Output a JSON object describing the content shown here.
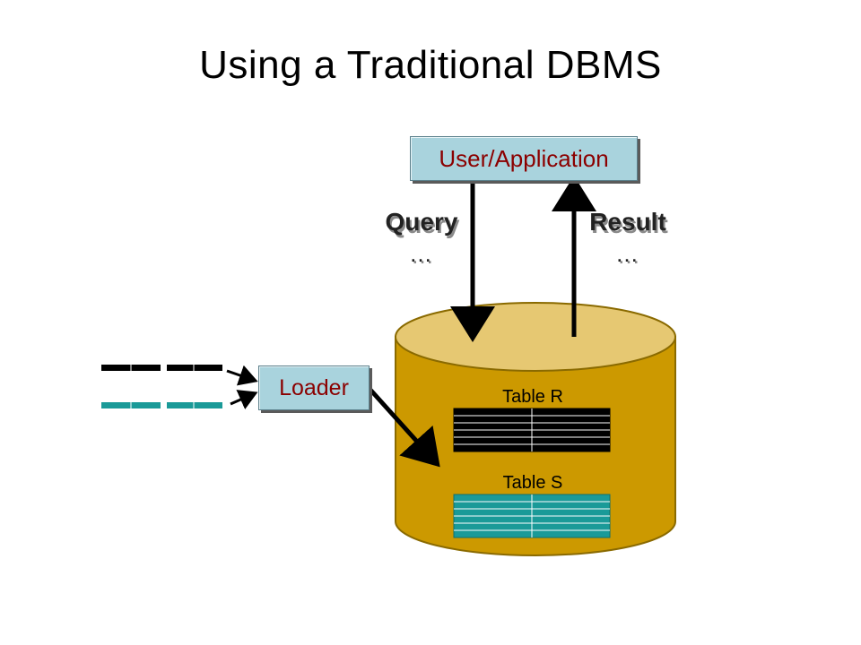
{
  "title": "Using a Traditional DBMS",
  "user_box": {
    "label": "User/Application"
  },
  "loader_box": {
    "label": "Loader"
  },
  "flows": {
    "query": {
      "label": "Query",
      "dots": "…"
    },
    "result": {
      "label": "Result",
      "dots": "…"
    }
  },
  "tables": {
    "r": {
      "label": "Table R",
      "color": "#000000",
      "line_color": "#ffffff"
    },
    "s": {
      "label": "Table S",
      "color": "#1a9a98",
      "line_color": "#ffffff"
    }
  },
  "colors": {
    "cylinder_body": "#cc9900",
    "cylinder_top": "#e6c872",
    "box_fill": "#a9d3dd",
    "box_text": "#8b0000"
  }
}
